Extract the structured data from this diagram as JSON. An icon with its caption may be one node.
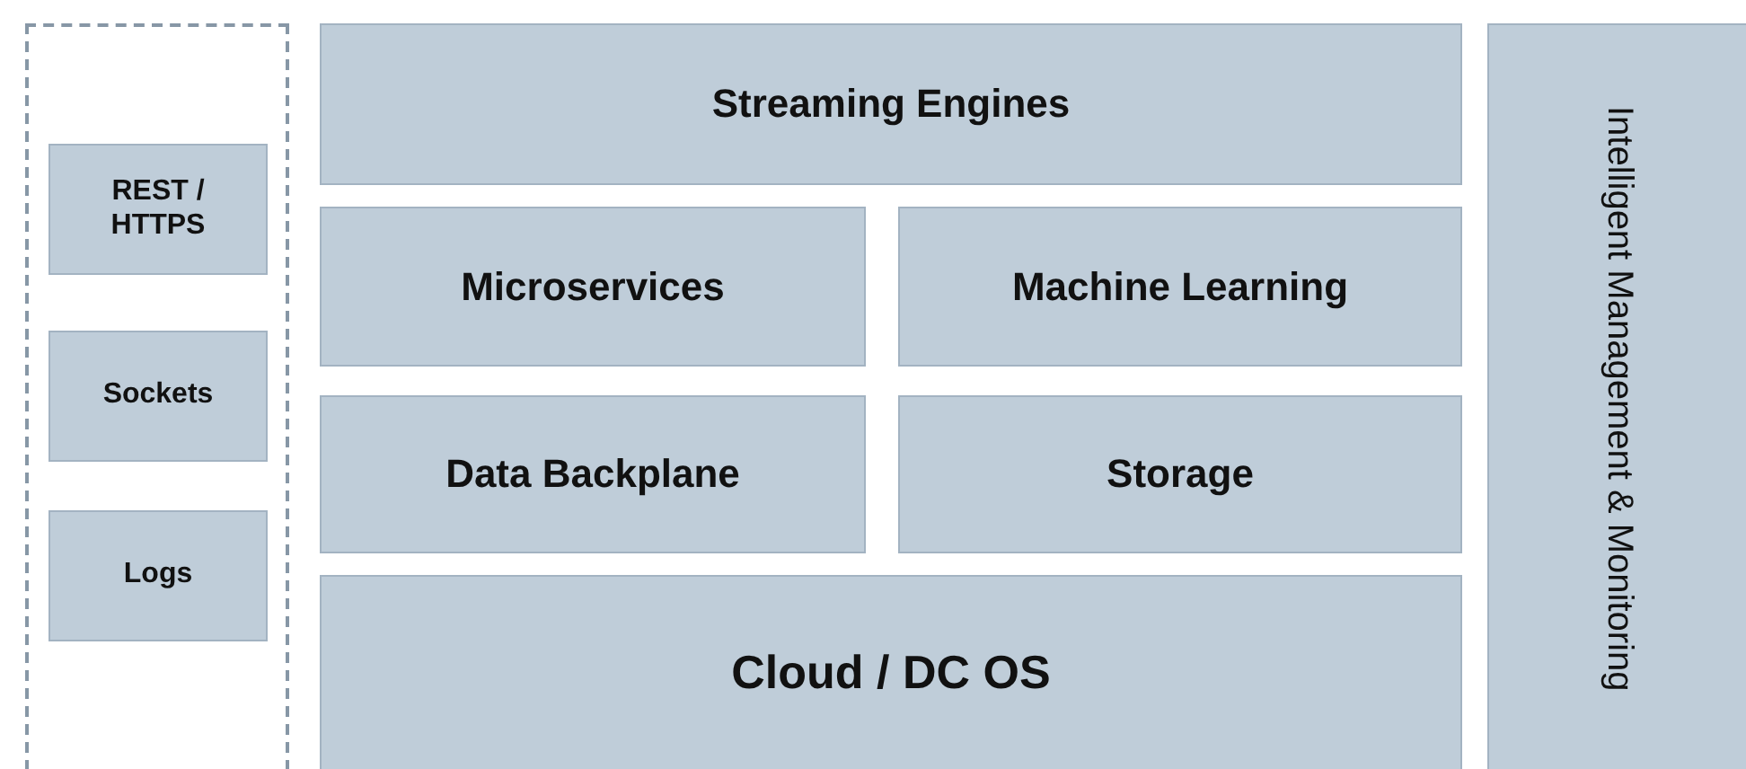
{
  "diagram": {
    "nodes": [
      {
        "text": [],
        "shape": "box"
      },
      {
        "text": [
          "REST / HTTPS"
        ],
        "in": 0
      },
      {
        "text": [
          "Sockets"
        ],
        "in": 0
      },
      {
        "text": [
          "Logs"
        ],
        "in": 0
      },
      {
        "text": [
          "Streaming Engines"
        ]
      },
      {
        "text": [
          "Microservices"
        ]
      },
      {
        "text": [
          "Machine Learning"
        ]
      },
      {
        "text": [
          "Data Backplane"
        ]
      },
      {
        "text": [
          "Storage"
        ]
      },
      {
        "text": [
          "Cloud / DC OS"
        ]
      },
      {
        "text": [
          "Intelligent Management & Monitoring"
        ]
      }
    ],
    "edges": []
  }
}
